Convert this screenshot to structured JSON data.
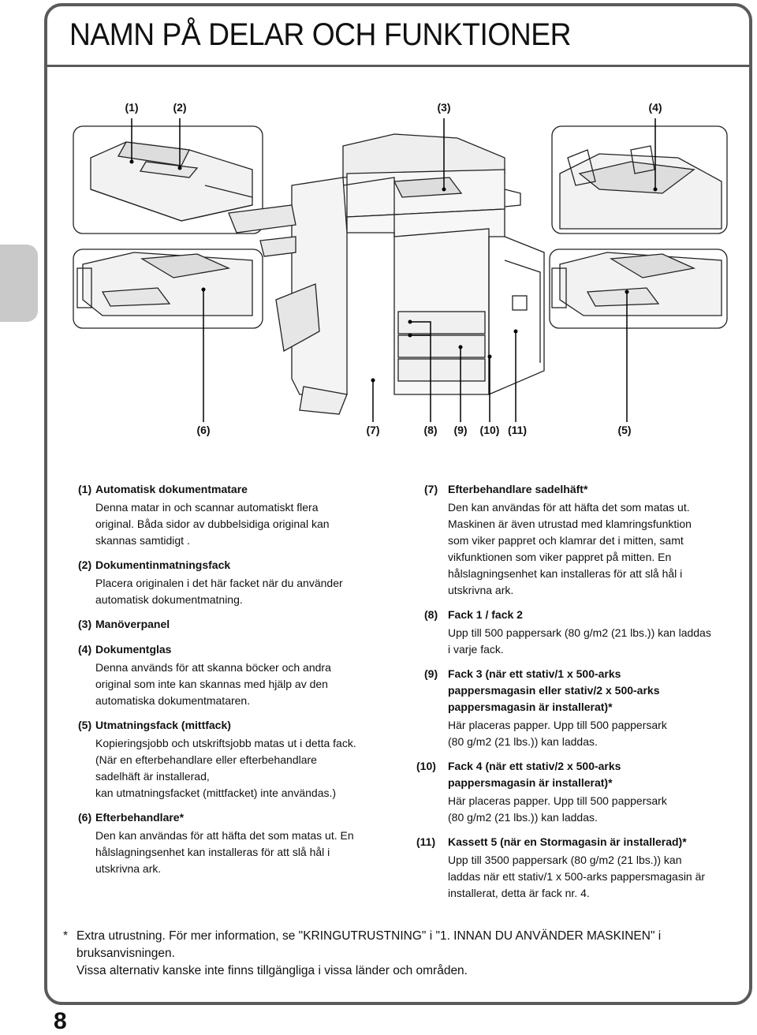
{
  "page": {
    "title": "NAMN PÅ DELAR OCH FUNKTIONER",
    "number": "8"
  },
  "callouts": {
    "c1": "(1)",
    "c2": "(2)",
    "c3": "(3)",
    "c4": "(4)",
    "c6": "(6)",
    "c7": "(7)",
    "c8": "(8)",
    "c9": "(9)",
    "c10": "(10)",
    "c11": "(11)",
    "c5": "(5)"
  },
  "left_items": [
    {
      "num": "(1)",
      "head": "Automatisk dokumentmatare",
      "lines": [
        "Denna matar in och scannar automatiskt flera",
        "original. Båda sidor av dubbelsidiga original kan",
        "skannas samtidigt ."
      ]
    },
    {
      "num": "(2)",
      "head": "Dokumentinmatningsfack",
      "lines": [
        "Placera originalen i det här facket när du använder",
        "automatisk dokumentmatning."
      ]
    },
    {
      "num": "(3)",
      "head": "Manöverpanel",
      "lines": []
    },
    {
      "num": "(4)",
      "head": "Dokumentglas",
      "lines": [
        "Denna används för att skanna böcker och andra",
        "original som inte kan skannas med hjälp av den",
        "automatiska dokumentmataren."
      ]
    },
    {
      "num": "(5)",
      "head": "Utmatningsfack (mittfack)",
      "lines": [
        "Kopieringsjobb och utskriftsjobb matas ut i detta fack.",
        "(När en efterbehandlare eller efterbehandlare",
        "sadelhäft är installerad,",
        "kan utmatningsfacket (mittfacket) inte användas.)"
      ]
    },
    {
      "num": "(6)",
      "head": "Efterbehandlare*",
      "lines": [
        "Den kan användas för att häfta det som matas ut. En",
        "hålslagningsenhet kan installeras för att slå hål i",
        "utskrivna ark."
      ]
    }
  ],
  "right_items": [
    {
      "num": "(7)",
      "head": [
        "Efterbehandlare sadelhäft*"
      ],
      "lines": [
        "Den kan användas för att häfta det som matas ut.",
        "Maskinen är även utrustad med klamringsfunktion",
        "som viker pappret och klamrar det i mitten, samt",
        "vikfunktionen som viker pappret på mitten. En",
        "hålslagningsenhet kan installeras för att slå hål i",
        "utskrivna ark."
      ]
    },
    {
      "num": "(8)",
      "head": [
        "Fack 1 / fack 2"
      ],
      "lines": [
        "Upp till 500 pappersark (80 g/m2 (21 lbs.)) kan laddas",
        "i varje fack."
      ]
    },
    {
      "num": "(9)",
      "head": [
        "Fack 3 (när ett stativ/1 x 500-arks",
        "pappersmagasin eller stativ/2 x 500-arks",
        "pappersmagasin är installerat)*"
      ],
      "lines": [
        "Här placeras papper. Upp till 500 pappersark",
        "(80 g/m2 (21 lbs.)) kan laddas."
      ]
    },
    {
      "num": "(10)",
      "head": [
        "Fack 4 (när ett stativ/2 x 500-arks",
        "pappersmagasin är installerat)*"
      ],
      "lines": [
        "Här placeras papper. Upp till 500 pappersark",
        "(80 g/m2 (21 lbs.)) kan laddas."
      ]
    },
    {
      "num": "(11)",
      "head": [
        "Kassett 5 (när en Stormagasin är installerad)*"
      ],
      "lines": [
        "Upp till 3500 pappersark (80 g/m2 (21 lbs.)) kan",
        "laddas när ett stativ/1 x 500-arks pappersmagasin är",
        "installerat, detta är fack nr. 4."
      ]
    }
  ],
  "footnote": {
    "star": "*",
    "lines": [
      "Extra utrustning. För mer information, se \"KRINGUTRUSTNING\" i \"1. INNAN DU ANVÄNDER MASKINEN\" i",
      "bruksanvisningen.",
      "Vissa alternativ kanske inte finns tillgängliga i vissa länder och områden."
    ]
  }
}
